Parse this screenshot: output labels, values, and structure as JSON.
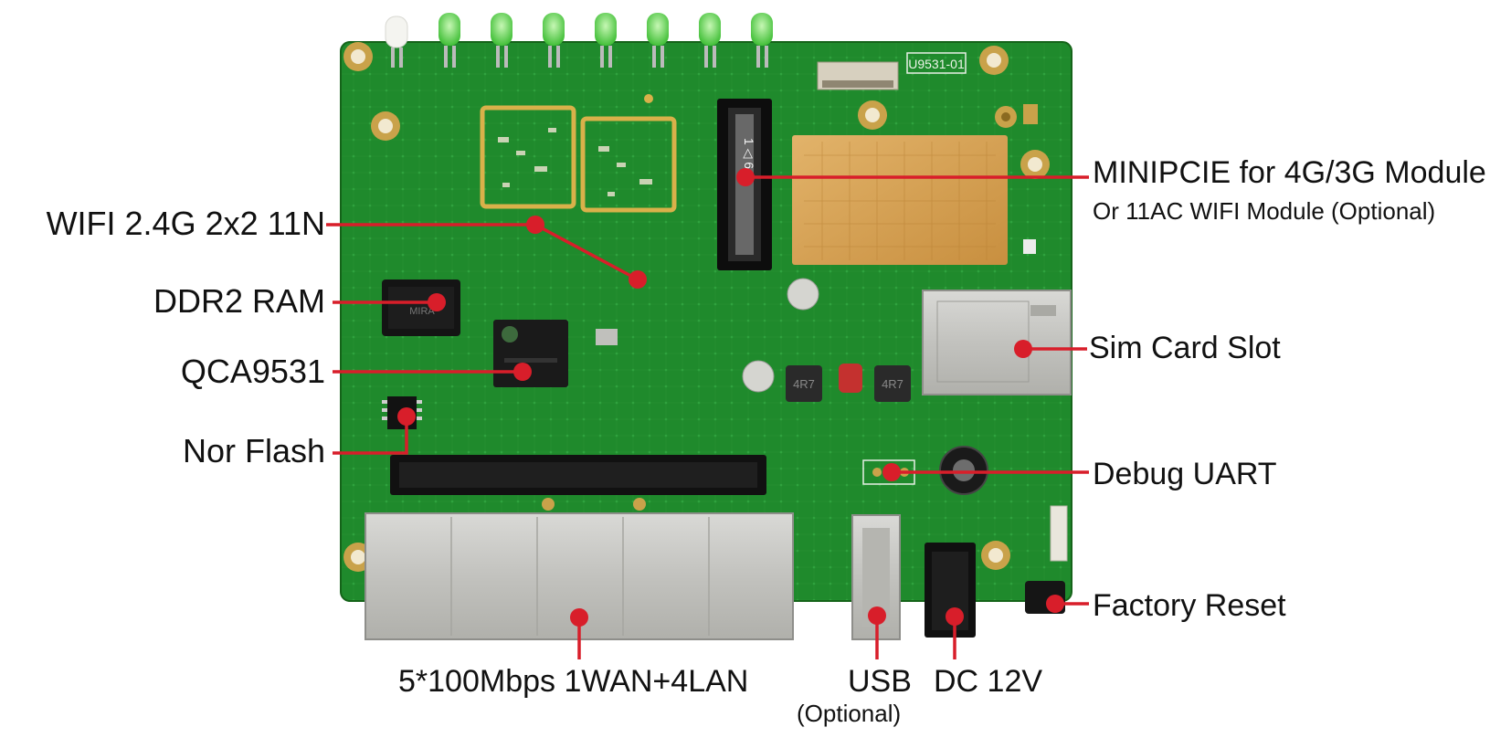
{
  "board": {
    "silkscreen_model": "U9531-01",
    "pcb_color": "#1f8a2c",
    "pcb_dark": "#166b20",
    "pad_color": "#c9a24a",
    "leader_color": "#d81e2a"
  },
  "callouts": {
    "wifi": "WIFI 2.4G 2x2 11N",
    "ddr2": "DDR2 RAM",
    "qca": "QCA9531",
    "norflash": "Nor Flash",
    "minipcie_line1": "MINIPCIE for 4G/3G Module",
    "minipcie_line2": "Or 11AC WIFI Module (Optional)",
    "simcard": "Sim Card Slot",
    "debug": "Debug UART",
    "factory": "Factory Reset",
    "ethernet": "5*100Mbps 1WAN+4LAN",
    "usb_line1": "USB",
    "usb_line2": "(Optional)",
    "dc": "DC 12V"
  }
}
